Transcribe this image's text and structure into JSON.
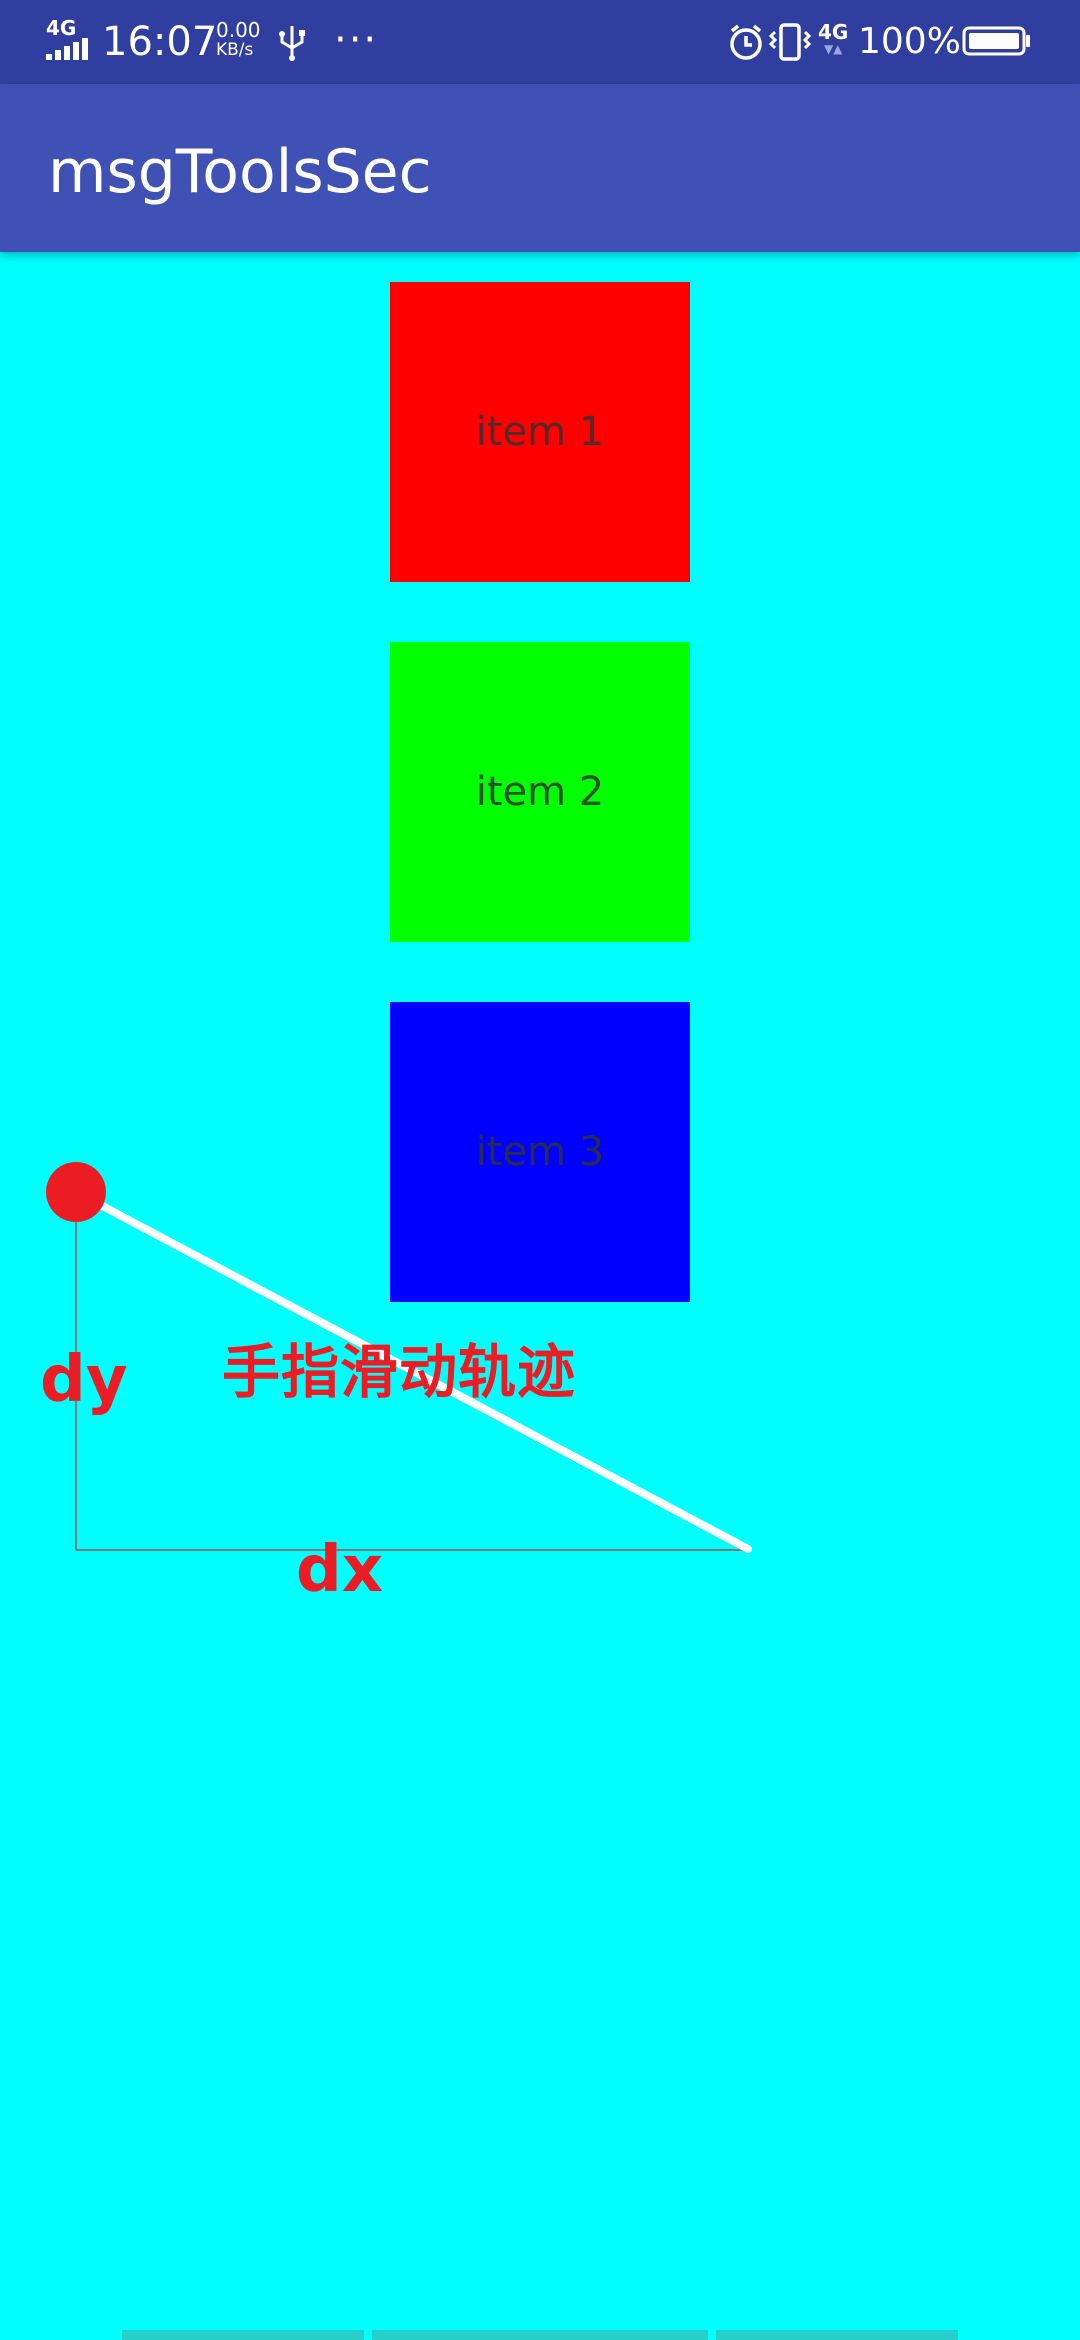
{
  "status_bar": {
    "network": "4G",
    "time": "16:07",
    "speed_value": "0.00",
    "speed_unit": "KB/s",
    "more": "···",
    "network_right": "4G",
    "battery_percent": "100%",
    "battery_level": 1.0,
    "icons": [
      "signal-icon",
      "usb-icon",
      "more-icon",
      "alarm-icon",
      "vibrate-icon",
      "network-4g-icon",
      "battery-icon"
    ]
  },
  "app_bar": {
    "title": "msgToolsSec",
    "color": "#3f51b5"
  },
  "items": [
    {
      "label": "item 1",
      "color": "#ff0000"
    },
    {
      "label": "item 2",
      "color": "#00ff00"
    },
    {
      "label": "item 3",
      "color": "#0000ff"
    }
  ],
  "annotation": {
    "dy_label": "dy",
    "dx_label": "dx",
    "trail_label": "手指滑动轨迹",
    "label_color": "#ec1c24"
  },
  "background": "#00ffff"
}
